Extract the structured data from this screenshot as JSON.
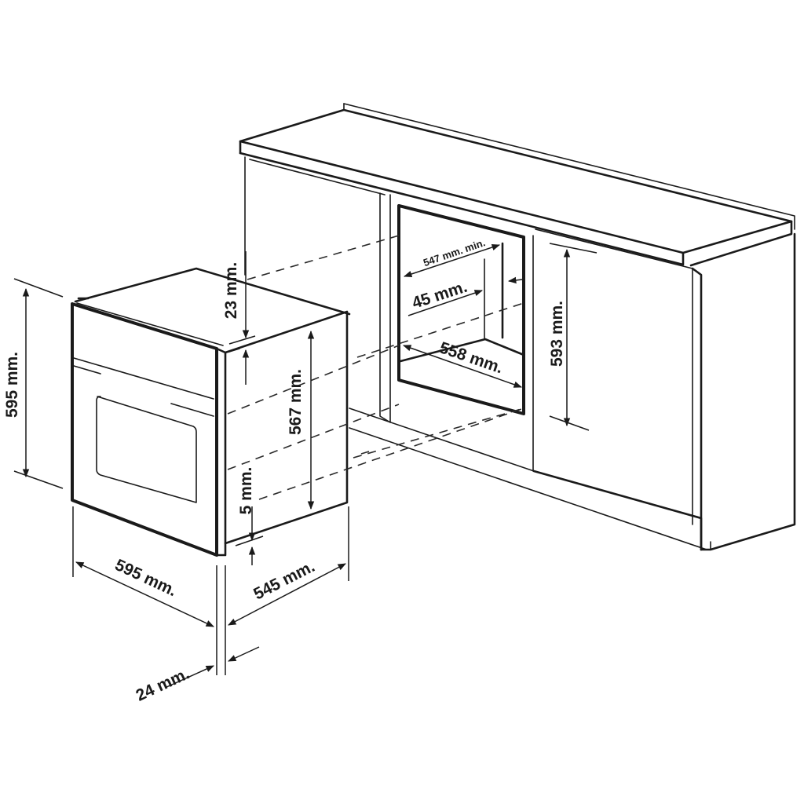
{
  "diagram": {
    "title": "Built-in oven installation dimensions",
    "colors": {
      "line": "#1a1a1a",
      "background": "#ffffff"
    },
    "oven": {
      "labels": {
        "height_total": "595 mm.",
        "width": "595 mm.",
        "depth": "545 mm.",
        "door_thickness": "24 mm.",
        "top_gap": "23 mm.",
        "body_height": "567 mm.",
        "bottom_gap": "5 mm."
      }
    },
    "cabinet": {
      "labels": {
        "niche_depth_min": "547 mm. min.",
        "rear_gap": "45 mm.",
        "niche_width": "558 mm.",
        "niche_height": "593 mm."
      }
    }
  }
}
